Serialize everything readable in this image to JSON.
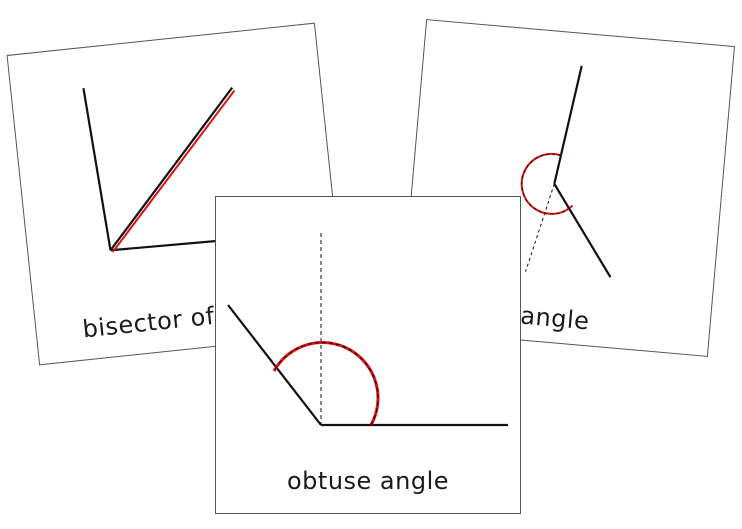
{
  "cards": {
    "left": {
      "caption": "bisector of a"
    },
    "right": {
      "caption": "x angle"
    },
    "front": {
      "caption": "obtuse angle"
    }
  },
  "colors": {
    "ray": "#111111",
    "highlight": "#e01010",
    "border": "#555555"
  }
}
